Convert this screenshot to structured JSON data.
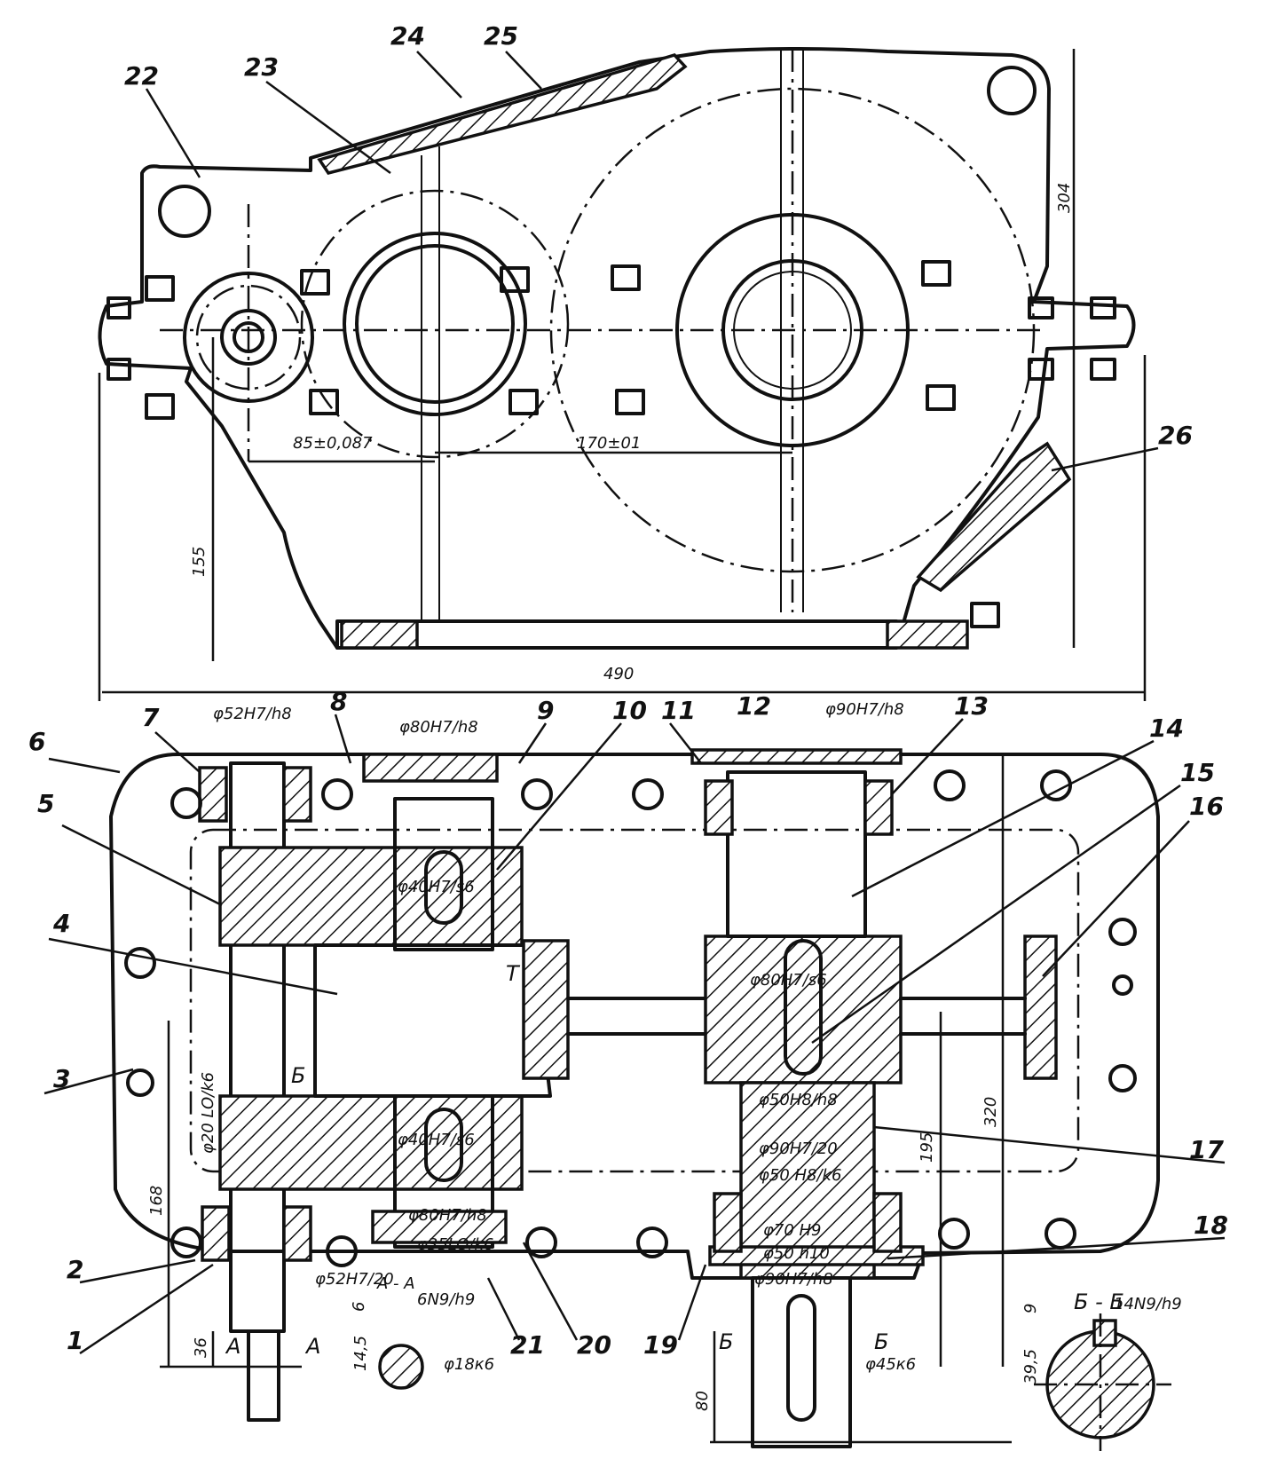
{
  "part_numbers": [
    "1",
    "2",
    "3",
    "4",
    "5",
    "6",
    "7",
    "8",
    "9",
    "10",
    "11",
    "12",
    "13",
    "14",
    "15",
    "16",
    "17",
    "18",
    "19",
    "20",
    "21",
    "22",
    "23",
    "24",
    "25",
    "26"
  ],
  "dimensions": {
    "center_distance_1": "85±0,087",
    "center_distance_2": "170±01",
    "overall_length": "490",
    "shaft_height": "155",
    "height_total": "304",
    "housing_width": "320",
    "dim_195": "195",
    "dim_168": "168",
    "dim_36": "36",
    "dim_80": "80",
    "dim_145": "14,5",
    "dim_395": "39,5",
    "dim_9": "9",
    "dim_6": "6"
  },
  "fits": {
    "f1": "φ52H7/h8",
    "f2": "φ80H7/h8",
    "f3": "φ90H7/h8",
    "f4": "φ40H7/s6",
    "f5": "φ40H7/s6",
    "f6": "φ80H7/s6",
    "f7": "φ50H8/h8",
    "f8": "φ90H7/20",
    "f9": "φ50 H8/k6",
    "f10": "φ70 H9",
    "f11": "φ50 h10",
    "f12": "φ90H7/h8",
    "f13": "φ20 LO/k6",
    "f14": "φ80H7/h8",
    "f15": "φ35LO/k6",
    "f16": "φ52H7/20",
    "f17": "6N9/h9",
    "f18": "φ18к6",
    "f19": "φ45к6",
    "f20": "14N9/h9"
  },
  "section_labels": {
    "aa_title": "А - А",
    "bb_title": "Б - Б",
    "a_left": "А",
    "a_right": "А",
    "b_left": "Б",
    "b_right": "Б",
    "b_mark": "Б",
    "t_mark": "Т"
  }
}
